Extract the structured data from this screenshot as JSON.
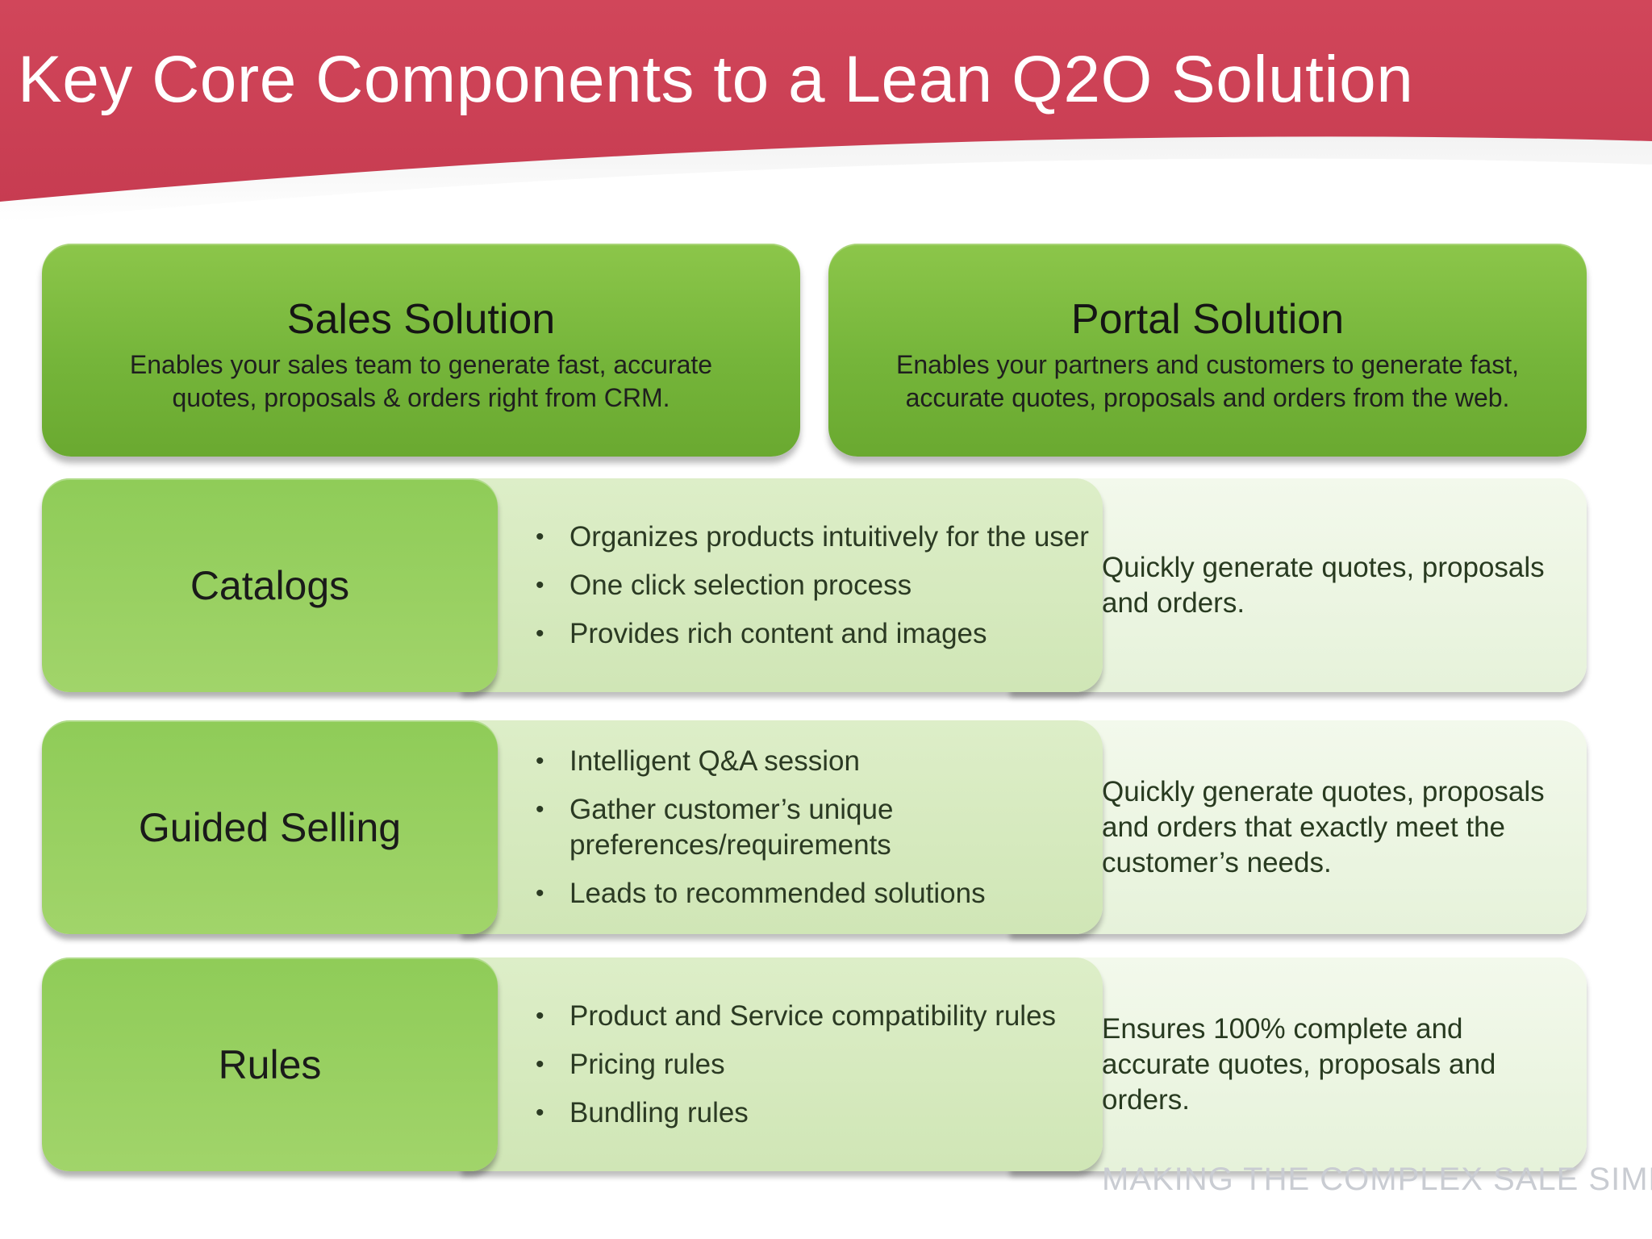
{
  "slide": {
    "title": "Key Core Components to a Lean Q2O Solution"
  },
  "top_boxes": [
    {
      "title": "Sales Solution",
      "description": "Enables your sales team to generate fast, accurate quotes, proposals & orders right from CRM."
    },
    {
      "title": "Portal Solution",
      "description": "Enables your partners and customers to generate fast, accurate quotes, proposals and orders from the web."
    }
  ],
  "rows": [
    {
      "label": "Catalogs",
      "features": [
        "Organizes products intuitively for the user",
        "One click selection process",
        "Provides rich content and images"
      ],
      "benefit": "Quickly generate quotes, proposals and orders."
    },
    {
      "label": "Guided Selling",
      "features": [
        "Intelligent Q&A session",
        "Gather customer’s unique preferences/requirements",
        "Leads to recommended solutions"
      ],
      "benefit": "Quickly generate quotes, proposals and orders that exactly meet the customer’s needs."
    },
    {
      "label": "Rules",
      "features": [
        "Product and Service compatibility rules",
        "Pricing rules",
        "Bundling rules"
      ],
      "benefit": "Ensures 100% complete and accurate quotes, proposals and orders."
    }
  ],
  "footer": {
    "watermark": "MAKING THE COMPLEX SALE SIMPLE"
  },
  "colors": {
    "header_red": "#cf4358",
    "dark_green": "#75b53a",
    "light_green": "#9ad164",
    "feature_bg": "#d6e9bf",
    "benefit_bg": "#eef6e5"
  }
}
